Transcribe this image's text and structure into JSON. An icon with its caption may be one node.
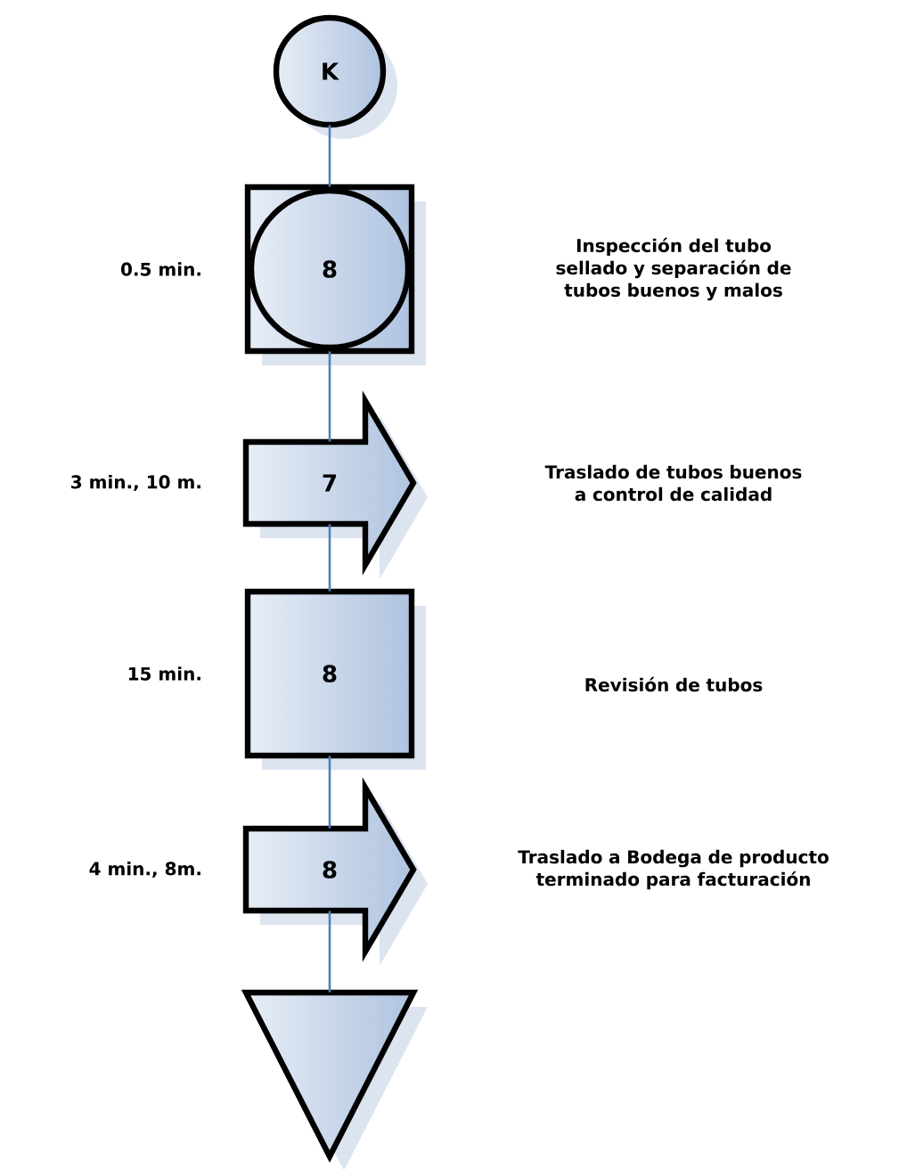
{
  "diagram": {
    "nodes": [
      {
        "text": [
          "K"
        ]
      },
      {
        "text": [
          "8"
        ],
        "beside": [
          "0.5 min."
        ]
      },
      {
        "text": [
          "7"
        ],
        "beside": [
          "3 min., 10 m."
        ]
      },
      {
        "text": [
          "8"
        ],
        "beside": [
          "15 min."
        ]
      },
      {
        "text": [
          "8"
        ],
        "beside": [
          "4 min., 8m."
        ]
      },
      {
        "text": [],
        "shape": "triangle"
      }
    ],
    "edges": [
      {
        "from": 0,
        "to": 1,
        "arrow": "none"
      },
      {
        "from": 1,
        "to": 2,
        "arrow": "none"
      },
      {
        "from": 2,
        "to": 3,
        "arrow": "none"
      },
      {
        "from": 3,
        "to": 4,
        "arrow": "none"
      },
      {
        "from": 4,
        "to": 5,
        "arrow": "none"
      }
    ],
    "labels": [
      "Inspección del tubo sellado y separación de tubos buenos y malos",
      "Traslado de tubos buenos a control de calidad",
      "Revisión de tubos",
      "Traslado a Bodega de producto terminado para facturación"
    ]
  }
}
